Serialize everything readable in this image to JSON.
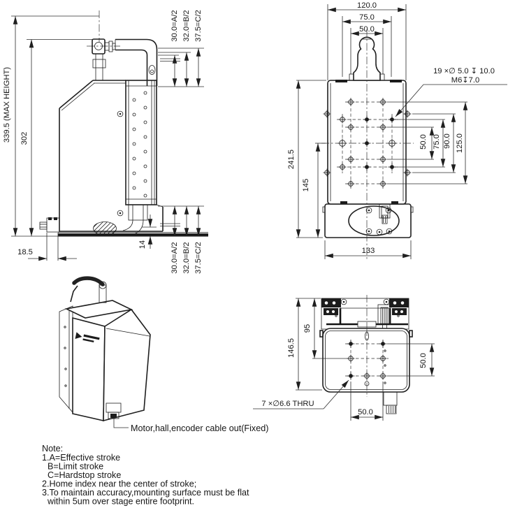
{
  "drawing": {
    "side_view": {
      "max_height": "339.5 (MAX HEIGHT)",
      "height_302": "302",
      "dim_18_5": "18.5",
      "dim_14": "14",
      "stroke_dims_top": [
        "30.0=A/2",
        "32.0=B/2",
        "37.5=C/2"
      ],
      "stroke_dims_bottom": [
        "30.0=A/2",
        "32.0=B/2",
        "37.5=C/2"
      ]
    },
    "top_view": {
      "width_120": "120.0",
      "width_75": "75.0",
      "width_50": "50.0",
      "length_241_5": "241.5",
      "length_145": "145",
      "span_50": "50.0",
      "span_75": "75.0",
      "span_90": "90.0",
      "span_125": "125.0",
      "base_133": "133",
      "callout_1": "19 ×∅ 5.0 ↧ 10.0",
      "callout_2": "M6↧7.0"
    },
    "bottom_view": {
      "height_146_5": "146.5",
      "height_95": "95",
      "span_right_50": "50.0",
      "span_bottom_50": "50.0",
      "callout": "7 ×∅6.6 THRU"
    },
    "iso_view": {
      "cable_label": "Motor,hall,encoder cable out(Fixed)"
    },
    "notes": {
      "title": "Note:",
      "lines": [
        "1.A=Effective stroke",
        "B=Limit stroke",
        "C=Hardstop stroke",
        "2.Home index near the center of stroke;",
        "3.To maintain accuracy,mounting surface must be flat",
        "within 5um over stage entire footprint."
      ]
    },
    "colors": {
      "line": "#1f1f1f",
      "background": "#ffffff"
    }
  }
}
